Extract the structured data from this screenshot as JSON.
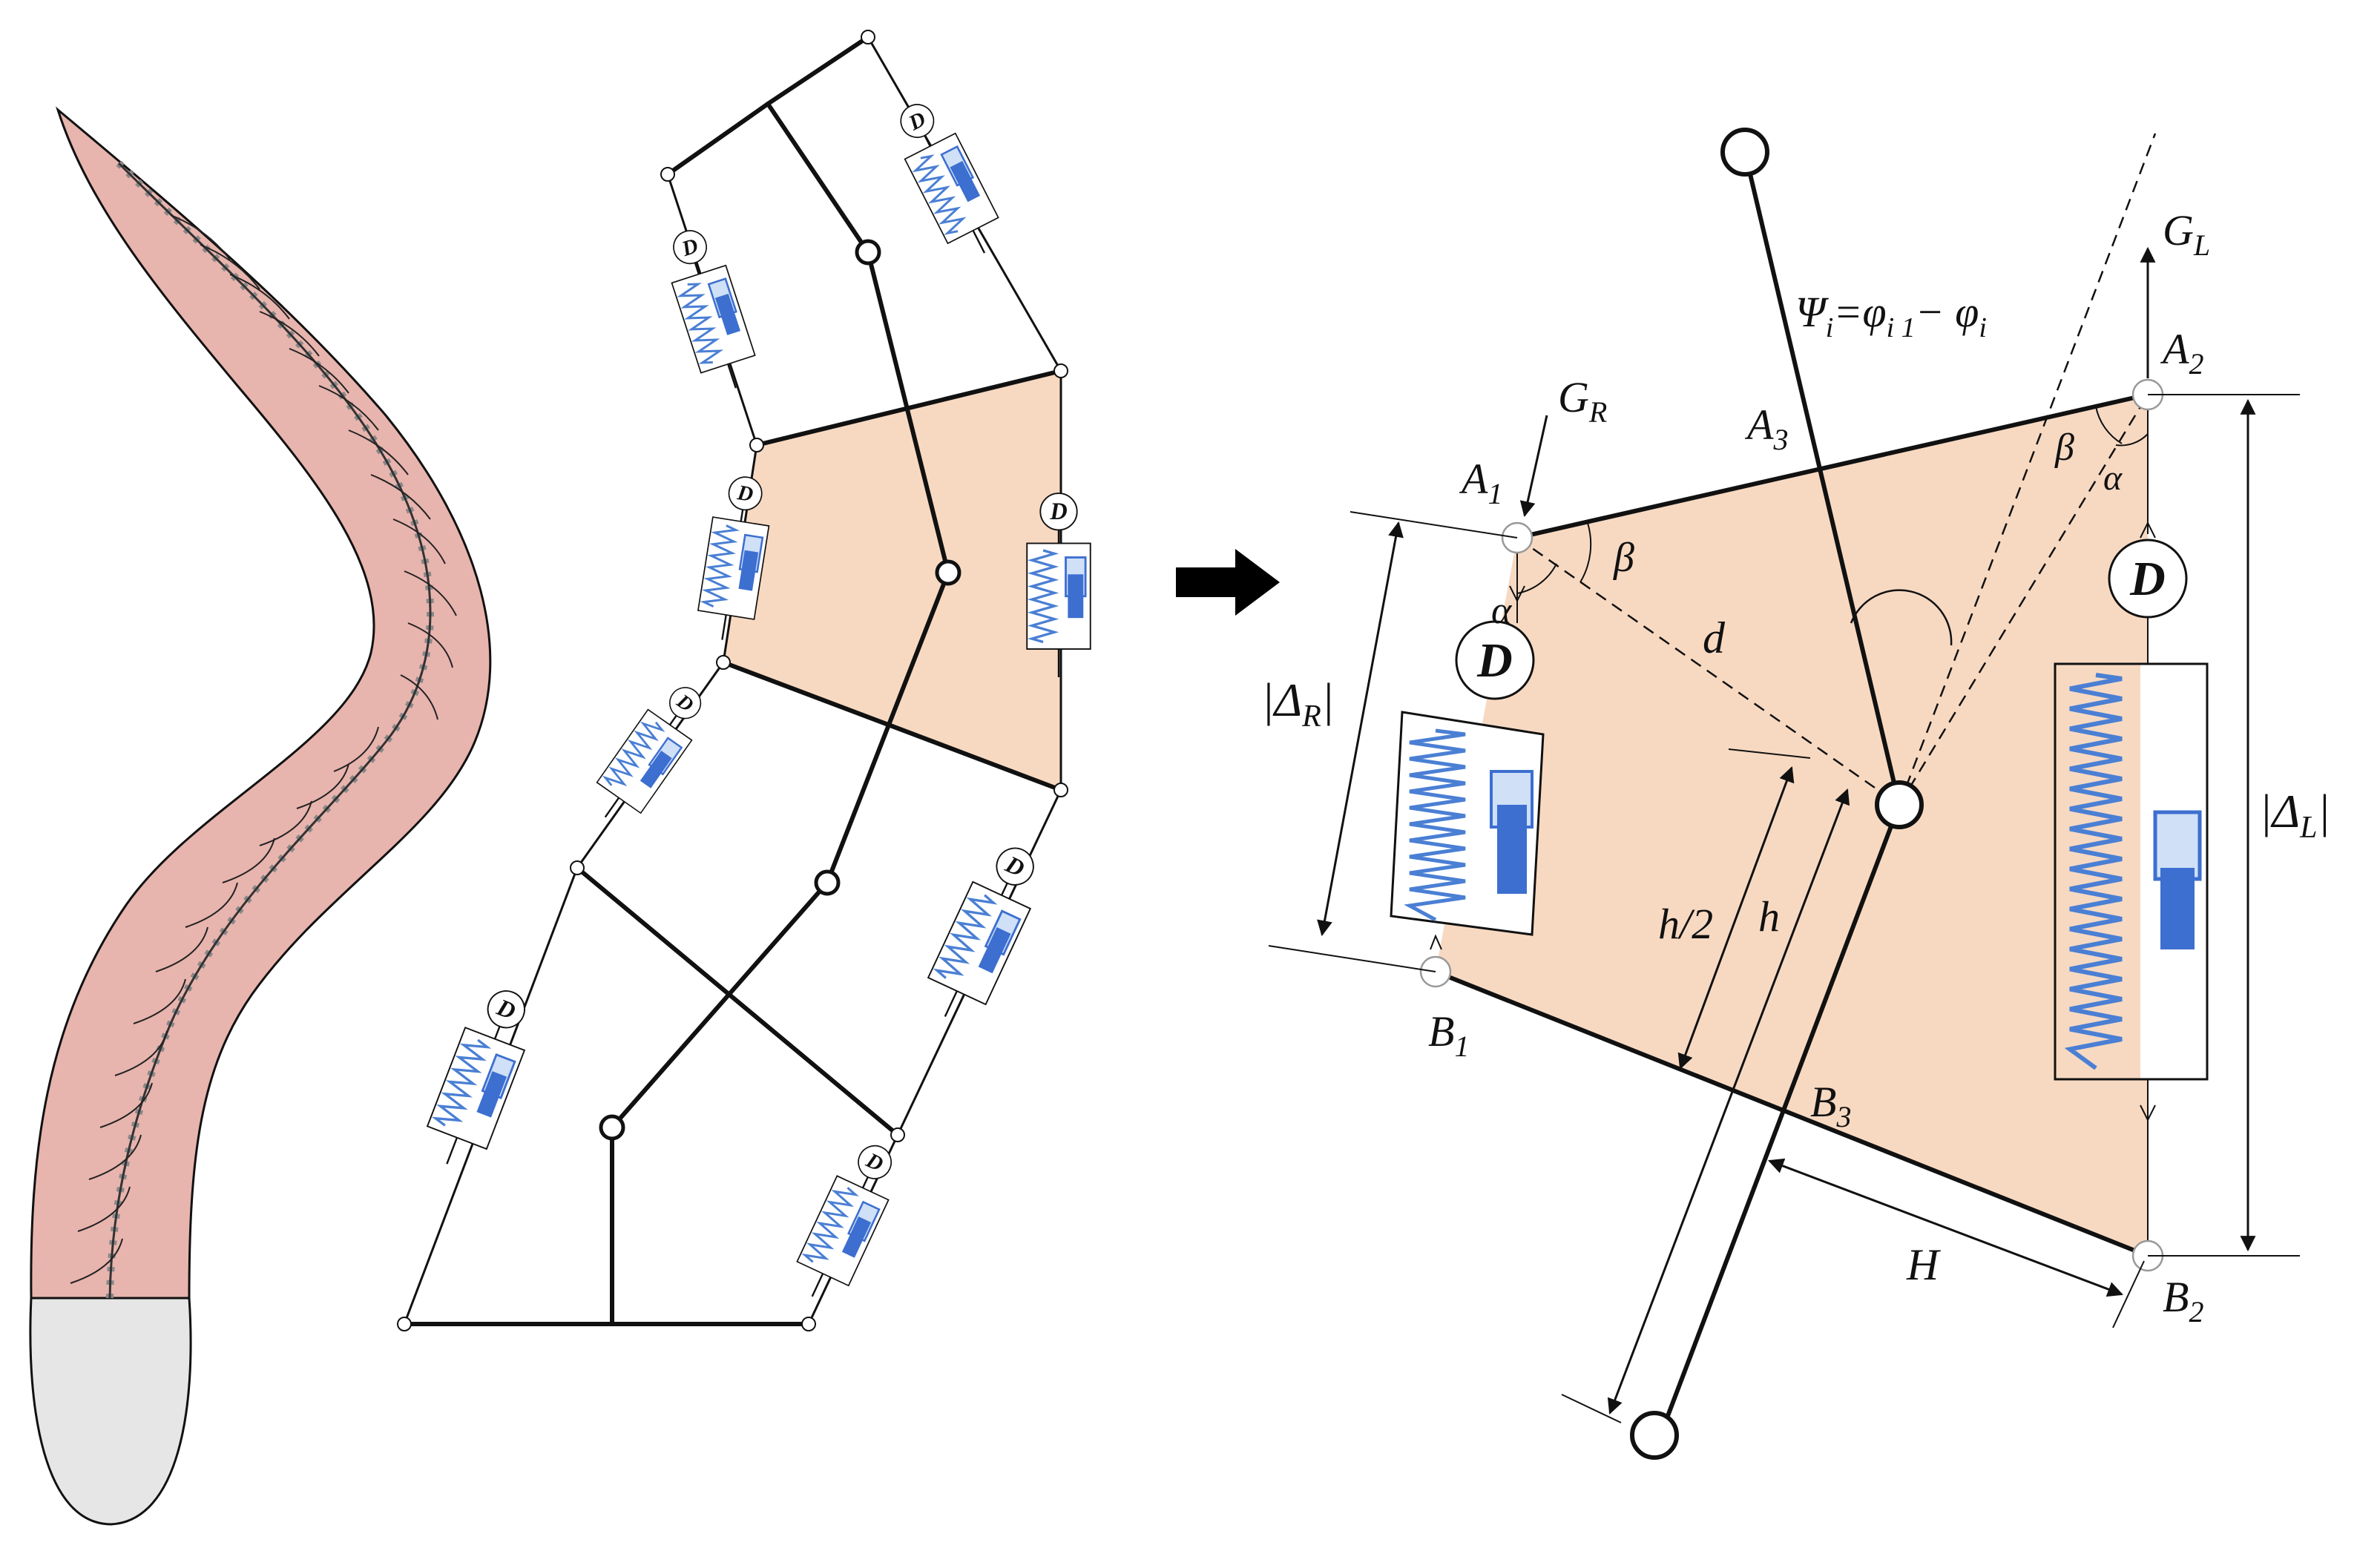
{
  "damper_symbol": "D",
  "labels": {
    "G_R_main": "G",
    "G_R_sub": "R",
    "G_L_main": "G",
    "G_L_sub": "L",
    "A1_main": "A",
    "A1_sub": "1",
    "A2_main": "A",
    "A2_sub": "2",
    "A3_main": "A",
    "A3_sub": "3",
    "B1_main": "B",
    "B1_sub": "1",
    "B2_main": "B",
    "B2_sub": "2",
    "B3_main": "B",
    "B3_sub": "3",
    "beta": "β",
    "alpha": "α",
    "d": "d",
    "h_half": "h/2",
    "h": "h",
    "H": "H",
    "delta_R_main": "|Δ",
    "delta_R_sub": "R",
    "delta_R_end": "|",
    "delta_L_main": "|Δ",
    "delta_L_sub": "L",
    "delta_L_end": "|",
    "psi_main": "Ψ",
    "psi_sub": "i",
    "psi_eq": "=φ",
    "psi_sub2": "i  1",
    "psi_minus": "− φ",
    "psi_sub3": "i"
  },
  "colors": {
    "body": "#e8b4ae",
    "head": "#e6e6e6",
    "segment_fill": "#f7d9c2",
    "spring": "#4a7fd4",
    "piston": "#3d6fd0",
    "piston_light": "#cfe0f7",
    "line": "#111111"
  }
}
